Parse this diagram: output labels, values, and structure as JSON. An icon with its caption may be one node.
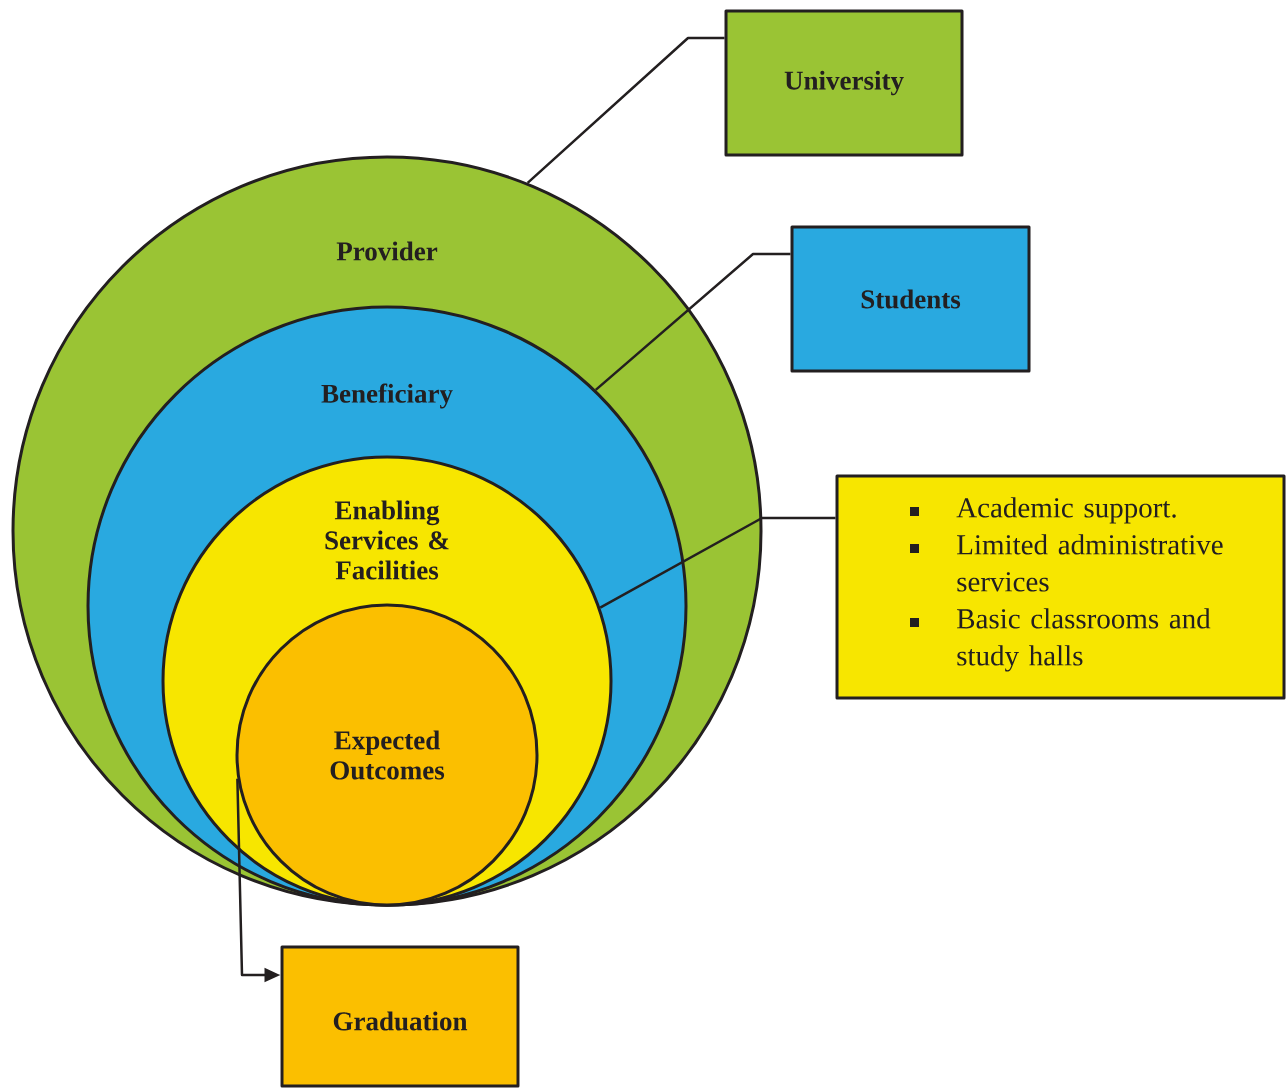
{
  "diagram": {
    "nodes": [
      {
        "text": [
          "Provider"
        ]
      },
      {
        "text": [
          "Beneficiary"
        ],
        "in": 0
      },
      {
        "text": [
          "Enabling Services & Facilities"
        ],
        "in": 1
      },
      {
        "text": [
          "Expected Outcomes"
        ],
        "in": 2
      },
      {
        "text": [
          "University"
        ]
      },
      {
        "text": [
          "Students"
        ]
      },
      {
        "text": [
          "Academic support.",
          "Limited administrative services",
          "Basic classrooms and study halls"
        ]
      },
      {
        "text": [
          "Graduation"
        ]
      }
    ],
    "edges": [
      {
        "from": 0,
        "to": 4,
        "arrow": "none"
      },
      {
        "from": 1,
        "to": 5,
        "arrow": "none"
      },
      {
        "from": 2,
        "to": 6,
        "arrow": "none"
      },
      {
        "from": 3,
        "to": 7,
        "arrow": "to"
      }
    ]
  }
}
